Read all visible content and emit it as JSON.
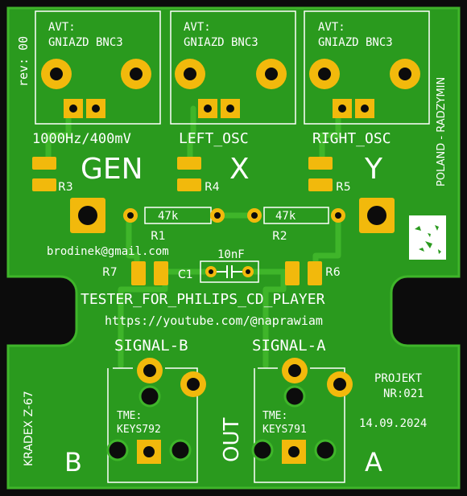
{
  "board": {
    "revision": "rev: 00",
    "side_text": "POLAND - RADZYMIN",
    "kradex": "KRADEX Z-67",
    "email": "brodinek@gmail.com",
    "title": "TESTER_FOR_PHILIPS_CD_PLAYER",
    "url": "https://youtube.com/@naprawiam",
    "project": "PROJEKT",
    "project_nr": "NR:021",
    "date": "14.09.2024",
    "out": "OUT"
  },
  "connectors": {
    "gen": {
      "line1": "AVT:",
      "line2": "GNIAZD BNC3",
      "caption": "1000Hz/400mV",
      "big": "GEN"
    },
    "left": {
      "line1": "AVT:",
      "line2": "GNIAZD BNC3",
      "caption": "LEFT_OSC",
      "big": "X"
    },
    "right": {
      "line1": "AVT:",
      "line2": "GNIAZD BNC3",
      "caption": "RIGHT_OSC",
      "big": "Y"
    },
    "sigb": {
      "caption": "SIGNAL-B",
      "tme": "TME:",
      "part": "KEYS792",
      "big": "B"
    },
    "siga": {
      "caption": "SIGNAL-A",
      "tme": "TME:",
      "part": "KEYS791",
      "big": "A"
    }
  },
  "components": {
    "r1": {
      "ref": "R1",
      "value": "47k"
    },
    "r2": {
      "ref": "R2",
      "value": "47k"
    },
    "r3": {
      "ref": "R3"
    },
    "r4": {
      "ref": "R4"
    },
    "r5": {
      "ref": "R5"
    },
    "r6": {
      "ref": "R6"
    },
    "r7": {
      "ref": "R7"
    },
    "c1": {
      "ref": "C1",
      "value": "10nF"
    }
  },
  "colors": {
    "board": "#2a9a1e",
    "copper": "#3fb52a",
    "pad": "#f2b90c",
    "silk": "#ffffff",
    "background": "#0c0c0c"
  }
}
